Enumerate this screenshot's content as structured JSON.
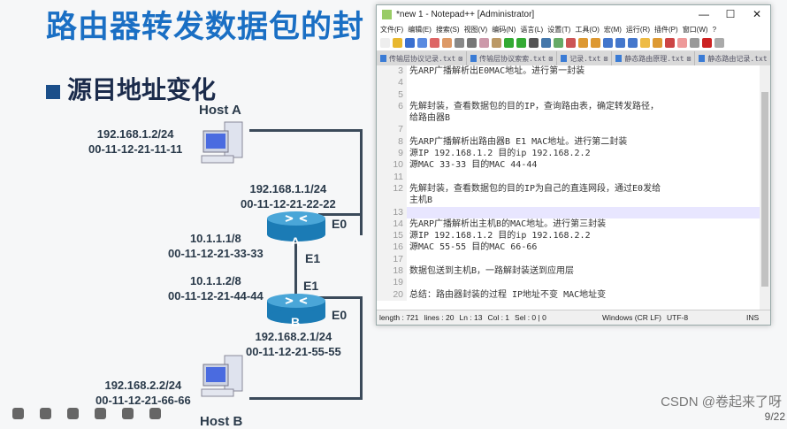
{
  "slide": {
    "title": "路由器转发数据包的封",
    "bullet": "源目地址变化",
    "page": "9/22",
    "watermark": "CSDN @卷起来了呀"
  },
  "diagram": {
    "host_a": {
      "name": "Host A",
      "ip": "192.168.1.2/24",
      "mac": "00-11-12-21-11-11"
    },
    "router_a": {
      "name": "A",
      "e0_ip": "192.168.1.1/24",
      "e0_mac": "00-11-12-21-22-22",
      "e1_ip": "10.1.1.1/8",
      "e1_mac": "00-11-12-21-33-33",
      "e0": "E0",
      "e1": "E1"
    },
    "router_b": {
      "name": "B",
      "e1_ip": "10.1.1.2/8",
      "e1_mac": "00-11-12-21-44-44",
      "e0_ip": "192.168.2.1/24",
      "e0_mac": "00-11-12-21-55-55",
      "e0": "E0",
      "e1": "E1"
    },
    "host_b": {
      "name": "Host B",
      "ip": "192.168.2.2/24",
      "mac": "00-11-12-21-66-66"
    }
  },
  "notepad": {
    "title": "*new 1 - Notepad++ [Administrator]",
    "menu": [
      "文件(F)",
      "编辑(E)",
      "搜索(S)",
      "视图(V)",
      "编码(N)",
      "语言(L)",
      "设置(T)",
      "工具(O)",
      "宏(M)",
      "运行(R)",
      "插件(P)",
      "窗口(W)",
      "?"
    ],
    "tabs": [
      "传输层协议记录.txt",
      "传输层协议索索.txt",
      "记录.txt",
      "静态路由原理.txt",
      "静态路由记录.txt"
    ],
    "lines": [
      {
        "n": "3",
        "t": "先ARP广播解析出E0MAC地址。进行第一封装"
      },
      {
        "n": "4",
        "t": ""
      },
      {
        "n": "5",
        "t": ""
      },
      {
        "n": "6",
        "t": "先解封装，查看数据包的目的IP，查询路由表，确定转发路径，"
      },
      {
        "n": "",
        "t": "给路由器B"
      },
      {
        "n": "7",
        "t": ""
      },
      {
        "n": "8",
        "t": "先ARP广播解析出路由器B E1 MAC地址。进行第二封装"
      },
      {
        "n": "9",
        "t": "源IP 192.168.1.2 目的ip 192.168.2.2"
      },
      {
        "n": "10",
        "t": "源MAC 33-33 目的MAC 44-44"
      },
      {
        "n": "11",
        "t": ""
      },
      {
        "n": "12",
        "t": "先解封装，查看数据包的目的IP为自己的直连网段，通过E0发给"
      },
      {
        "n": "",
        "t": "主机B"
      },
      {
        "n": "13",
        "t": "",
        "current": true
      },
      {
        "n": "14",
        "t": "先ARP广播解析出主机B的MAC地址。进行第三封装"
      },
      {
        "n": "15",
        "t": "源IP 192.168.1.2 目的ip 192.168.2.2"
      },
      {
        "n": "16",
        "t": "源MAC 55-55 目的MAC 66-66"
      },
      {
        "n": "17",
        "t": ""
      },
      {
        "n": "18",
        "t": "数据包送到主机B，一路解封装送到应用层"
      },
      {
        "n": "19",
        "t": ""
      },
      {
        "n": "20",
        "t": "总结：路由器封装的过程 IP地址不变 MAC地址变"
      }
    ],
    "status": {
      "length": "length : 721",
      "lines": "lines : 20",
      "ln": "Ln : 13",
      "col": "Col : 1",
      "sel": "Sel : 0 | 0",
      "eol": "Windows (CR LF)",
      "enc": "UTF-8",
      "mode": "INS"
    }
  }
}
